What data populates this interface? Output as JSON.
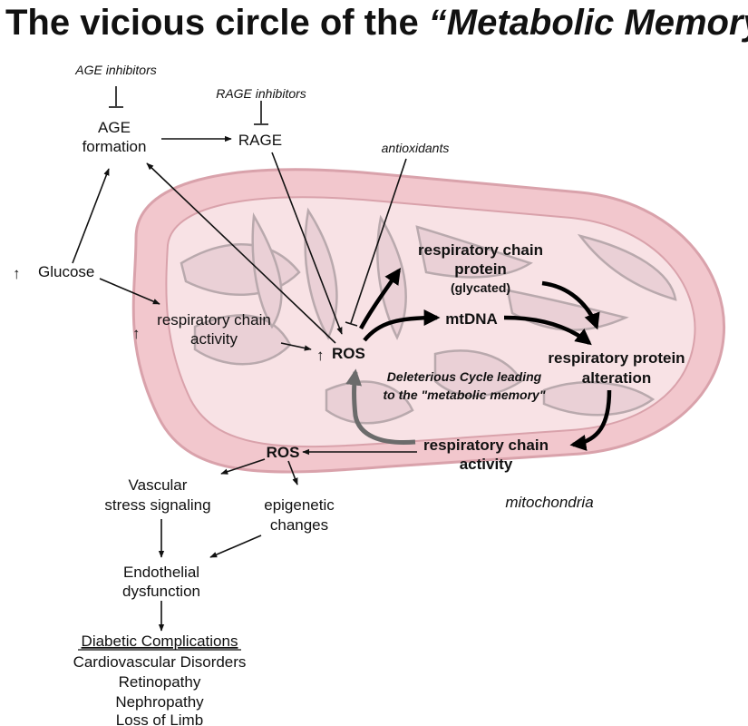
{
  "title_plain": "The vicious circle of the ",
  "title_italic": "“Metabolic Memory”",
  "labels": {
    "age_inhibitors": "AGE inhibitors",
    "rage_inhibitors": "RAGE inhibitors",
    "age_formation_1": "AGE",
    "age_formation_2": "formation",
    "rage": "RAGE",
    "antioxidants": "antioxidants",
    "up_arrow": "↑",
    "glucose": "Glucose",
    "resp_activity_1": "respiratory chain",
    "resp_activity_2": "activity",
    "ros_center": "ROS",
    "rc_protein_1": "respiratory chain",
    "rc_protein_2": "protein",
    "rc_protein_3": "(glycated)",
    "mtdna": "mtDNA",
    "resp_alteration_1": "respiratory protein",
    "resp_alteration_2": "alteration",
    "cycle_1": "Deleterious Cycle leading",
    "cycle_2": "to the \"metabolic memory\"",
    "rc_activity_bottom_1": "respiratory chain",
    "rc_activity_bottom_2": "activity",
    "ros_lower": "ROS",
    "mitochondria": "mitochondria",
    "vascular_1": "Vascular",
    "vascular_2": "stress signaling",
    "epigenetic_1": "epigenetic",
    "epigenetic_2": "changes",
    "endothelial_1": "Endothelial",
    "endothelial_2": "dysfunction",
    "complications_heading": "Diabetic Complications",
    "complications": [
      "Cardiovascular Disorders",
      "Retinopathy",
      "Nephropathy",
      "Loss of Limb"
    ]
  },
  "colors": {
    "outer_membrane": "#f2c7cd",
    "outer_membrane_edge": "#d9a2ab",
    "inner_space": "#f8e2e5",
    "cristae": "#ead0d6",
    "cristae_edge": "#b9a9ad",
    "grey_arrow": "#6b6b6b"
  }
}
